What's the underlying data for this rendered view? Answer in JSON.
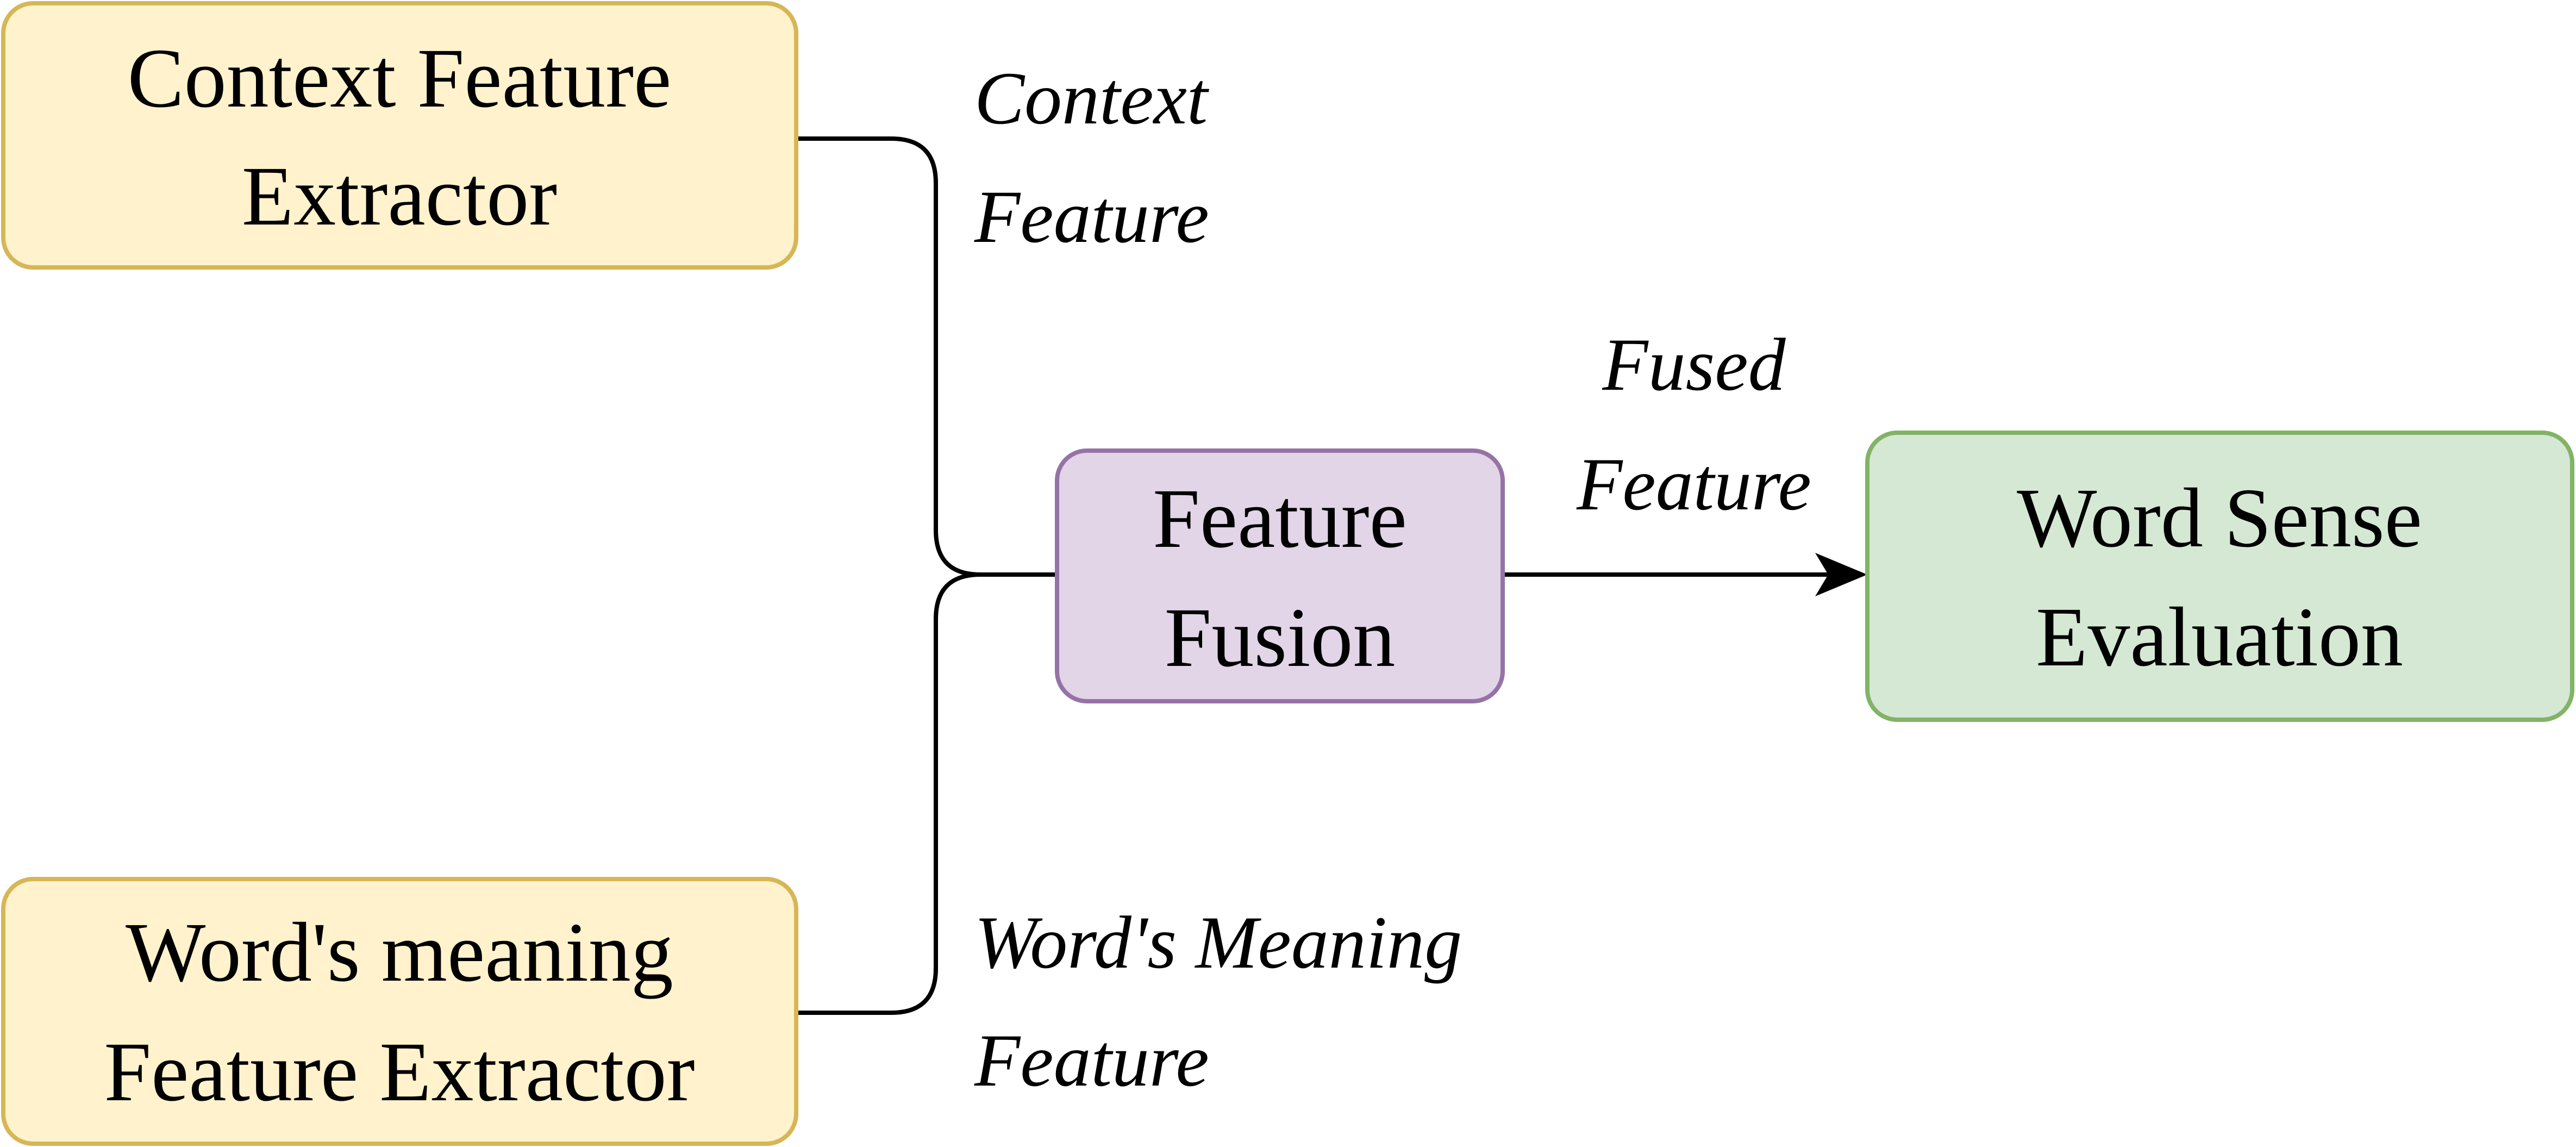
{
  "nodes": {
    "context_extractor": {
      "line1": "Context Feature",
      "line2": "Extractor",
      "fill": "#fff2cc",
      "stroke": "#d6b656"
    },
    "meaning_extractor": {
      "line1": "Word's meaning",
      "line2": "Feature Extractor",
      "fill": "#fff2cc",
      "stroke": "#d6b656"
    },
    "feature_fusion": {
      "line1": "Feature",
      "line2": "Fusion",
      "fill": "#e1d5e7",
      "stroke": "#9673a6"
    },
    "word_sense_evaluation": {
      "line1": "Word Sense",
      "line2": "Evaluation",
      "fill": "#d5e8d4",
      "stroke": "#82b366"
    }
  },
  "edges": {
    "context_feature": {
      "line1": "Context",
      "line2": "Feature"
    },
    "meaning_feature": {
      "line1": "Word's Meaning",
      "line2": "Feature"
    },
    "fused_feature": {
      "line1": "Fused",
      "line2": "Feature"
    }
  }
}
